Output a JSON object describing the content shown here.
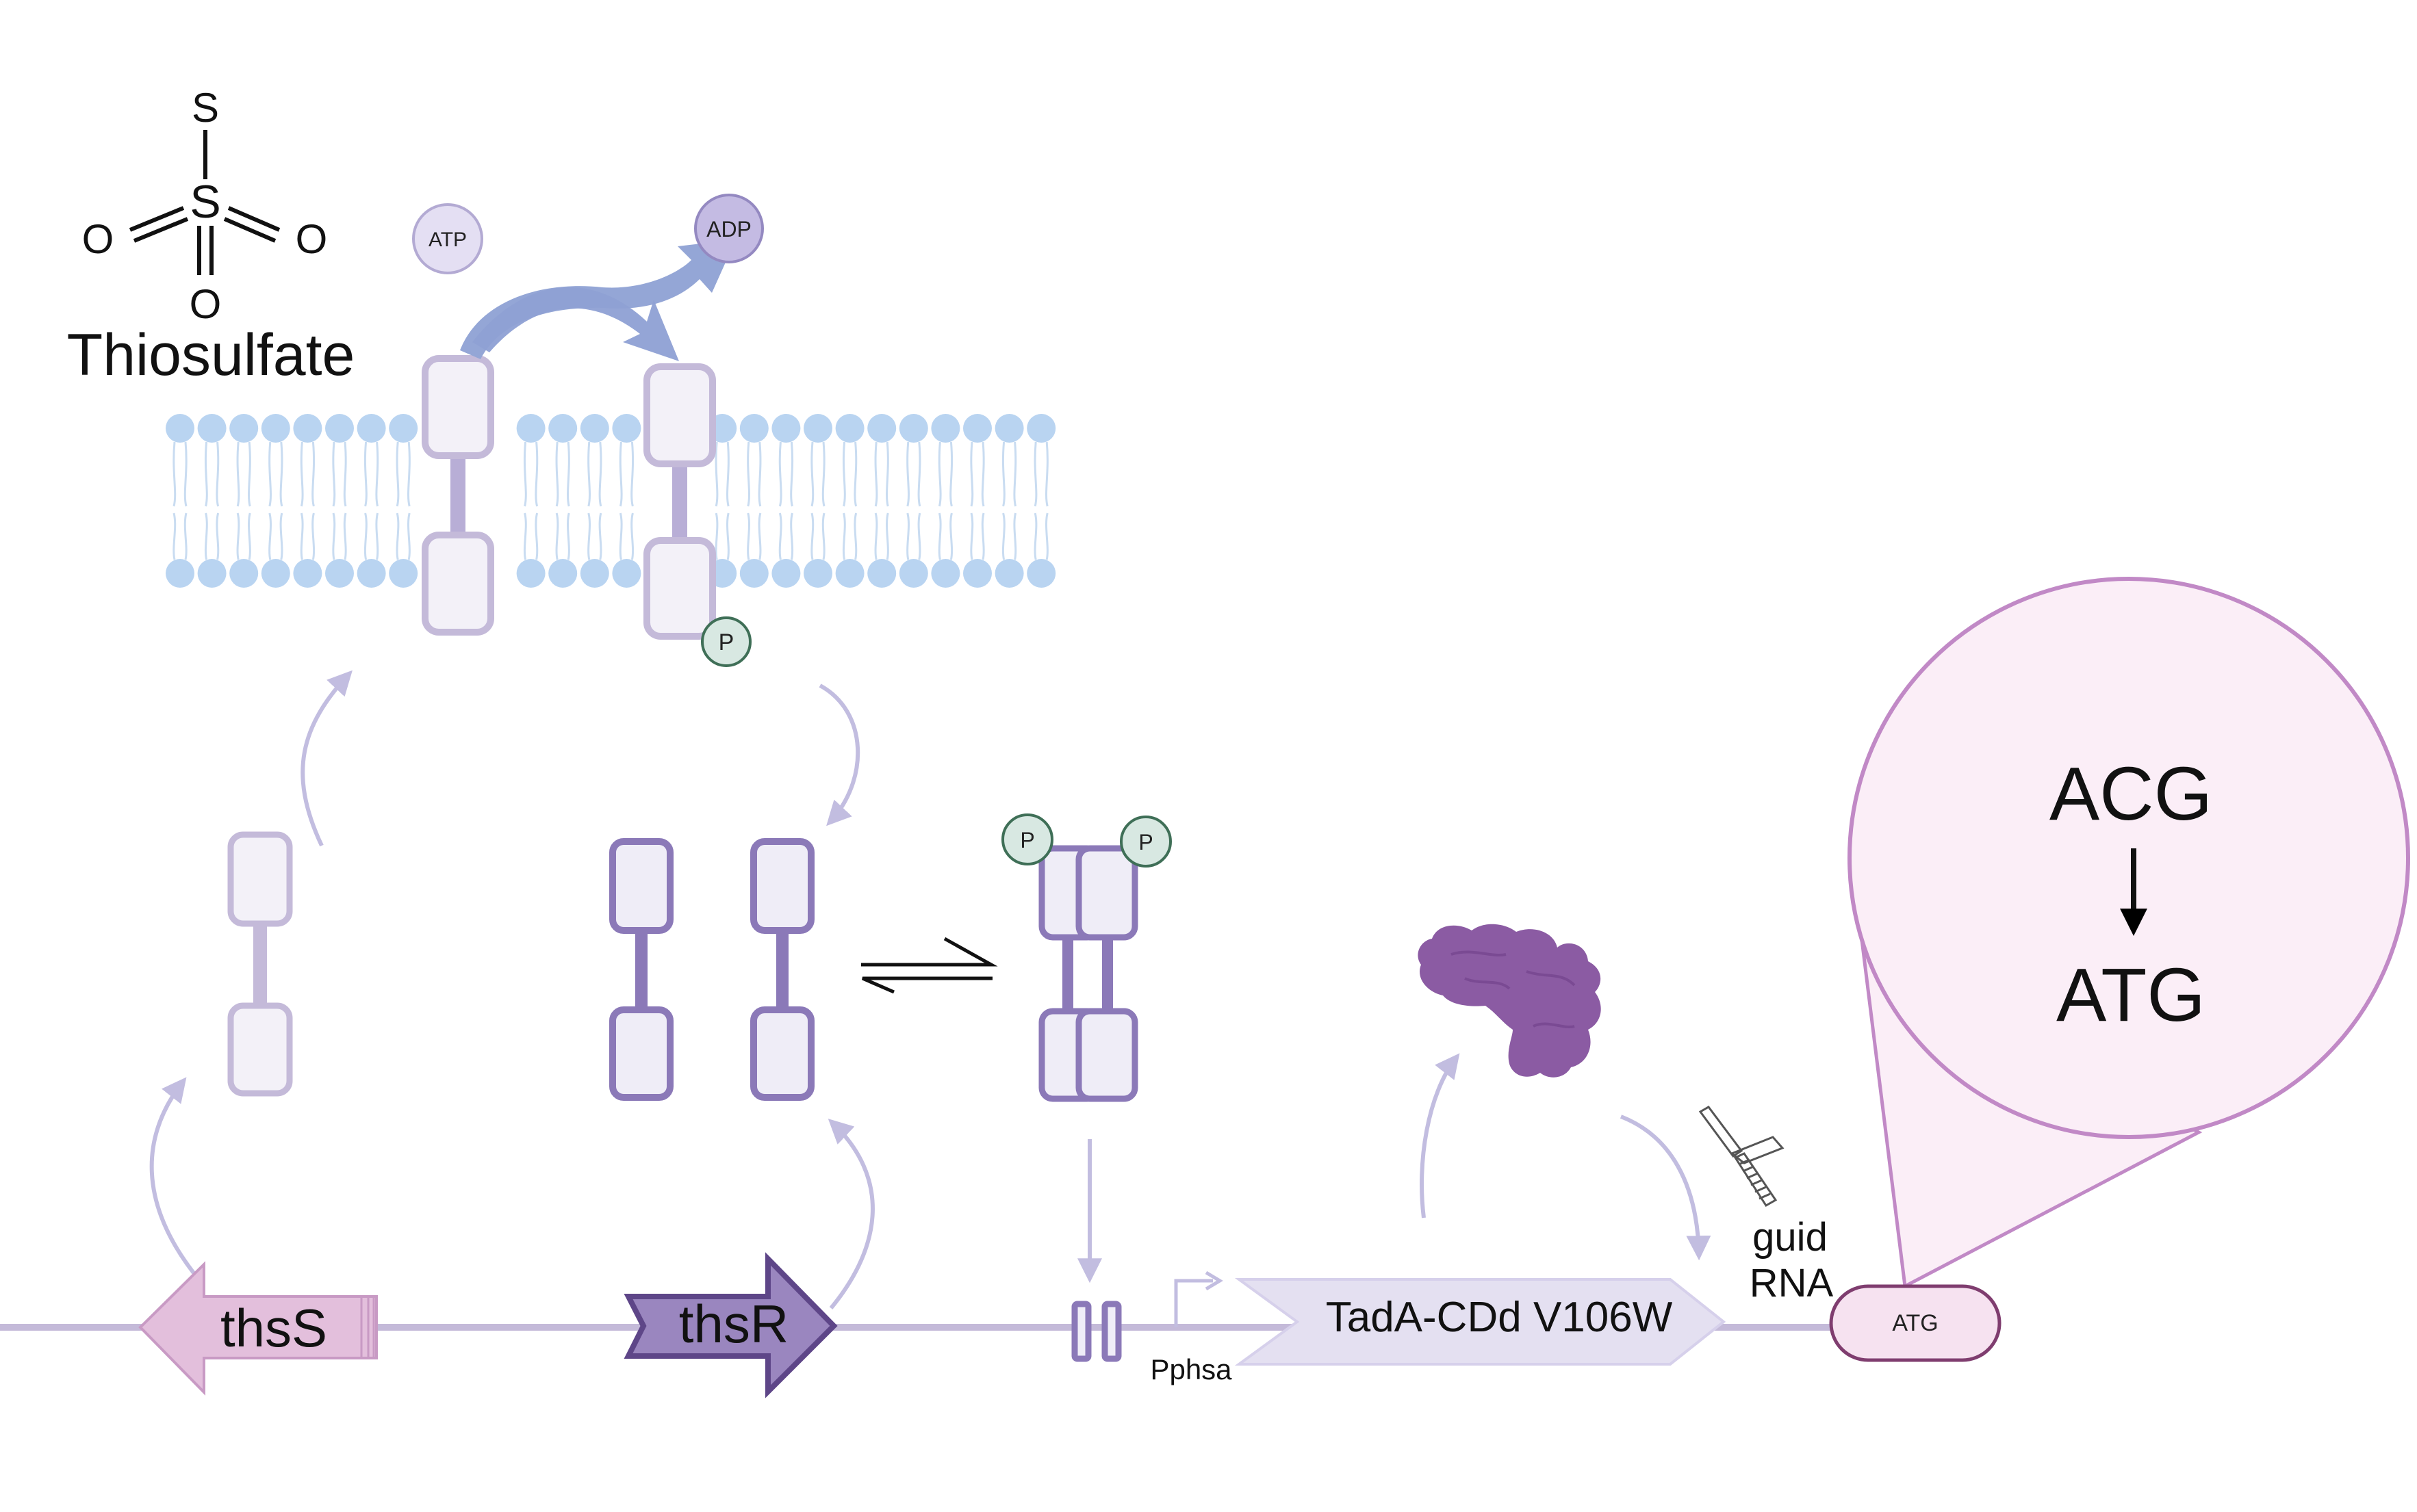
{
  "molecule": {
    "name": "Thiosulfate",
    "atoms": {
      "s_top": "S",
      "s_center": "S",
      "o_left": "O",
      "o_right": "O",
      "o_bottom": "O"
    }
  },
  "membrane_complex": {
    "atp": "ATP",
    "adp": "ADP",
    "phospho": "P"
  },
  "dimer": {
    "phospho_left": "P",
    "phospho_right": "P"
  },
  "genes": {
    "thsS": "thsS",
    "thsR": "thsR",
    "promoter": "Pphsa",
    "tada": "TadA-CDd V106W",
    "guide_rna": [
      "guid",
      "RNA"
    ],
    "atg_box": "ATG"
  },
  "zoom": {
    "before": "ACG",
    "after": "ATG"
  },
  "colors": {
    "membrane_head": "#b9d4f1",
    "membrane_tail": "#c9dcf1",
    "pale_purple": "#c4bad9",
    "purple": "#8b79b8",
    "dark_purple": "#6a4f93",
    "pink": "#e3bfdc",
    "pink_stroke": "#b07cb5",
    "tada_fill": "#e4e0f1",
    "arrow_blue": "#94a6d6",
    "protein": "#8b5ba3",
    "phospho_fill": "#d8e8e2",
    "phospho_stroke": "#3f6f57",
    "zoom_fill": "#fbeef7",
    "zoom_stroke": "#c189c6"
  }
}
